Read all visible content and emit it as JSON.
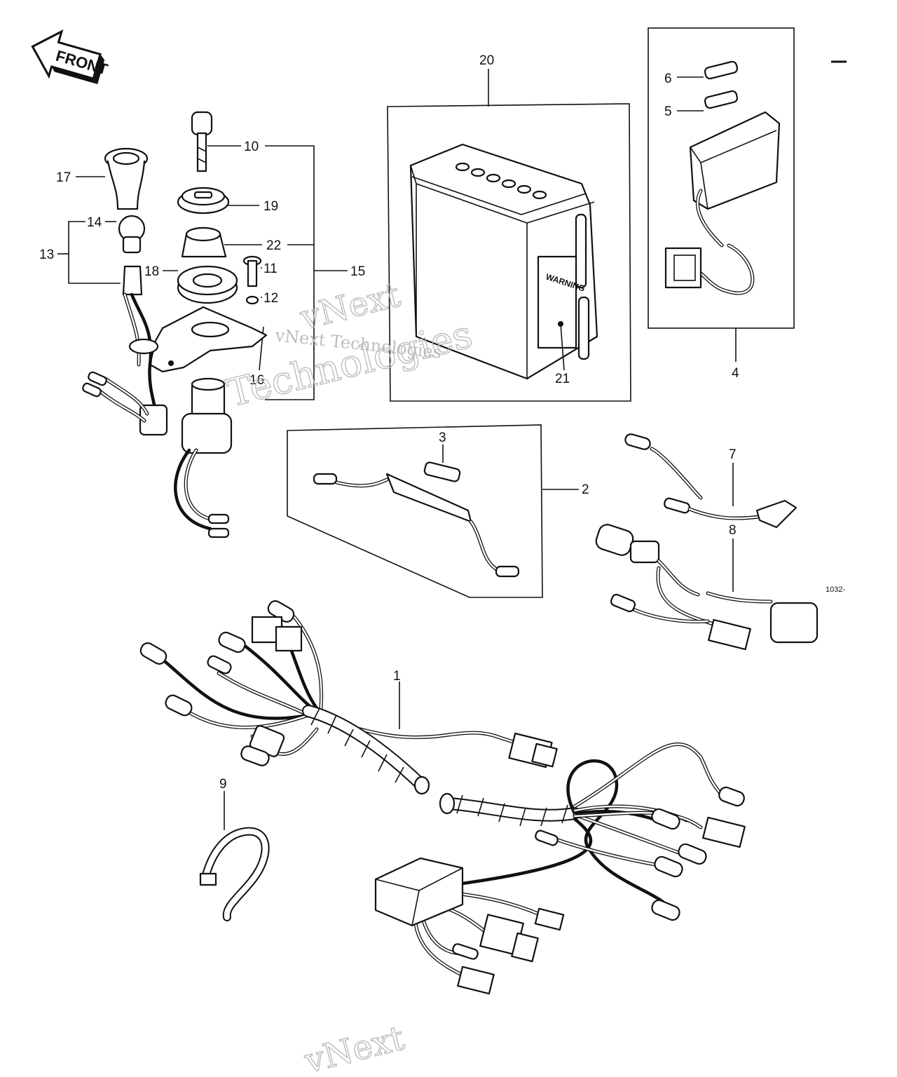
{
  "diagram": {
    "front_label": "FRONT",
    "warning_label": "WARNING",
    "ref_code": "1032-",
    "watermark": [
      "vNext Technologies",
      "vNext",
      "Technologies"
    ],
    "callouts": {
      "c1": "1",
      "c2": "2",
      "c3": "3",
      "c4": "4",
      "c5": "5",
      "c6": "6",
      "c7": "7",
      "c8": "8",
      "c9": "9",
      "c10": "10",
      "c11": "11",
      "c12": "12",
      "c13": "13",
      "c14": "14",
      "c15": "15",
      "c16": "16",
      "c17": "17",
      "c18": "18",
      "c19": "19",
      "c20": "20",
      "c21": "21",
      "c22": "22"
    }
  }
}
